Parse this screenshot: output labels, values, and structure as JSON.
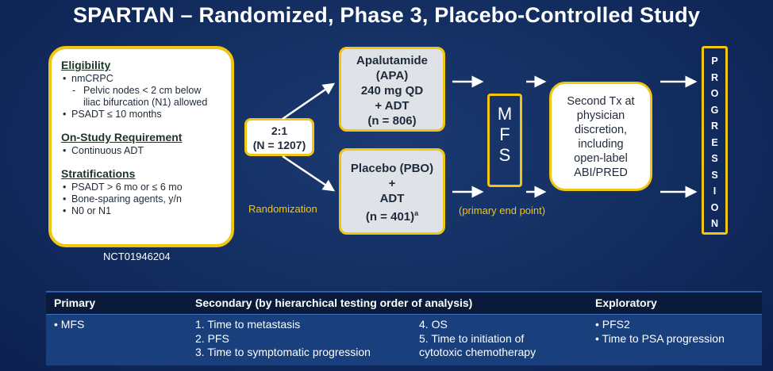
{
  "title": "SPARTAN – Randomized, Phase 3, Placebo-Controlled Study",
  "eligibility": {
    "heading": "Eligibility",
    "items": [
      "nmCRPC",
      "Pelvic nodes < 2 cm below",
      "iliac bifurcation (N1) allowed",
      "PSADT ≤ 10 months"
    ]
  },
  "on_study": {
    "heading": "On-Study Requirement",
    "items": [
      "Continuous ADT"
    ]
  },
  "stratifications": {
    "heading": "Stratifications",
    "items": [
      "PSADT > 6 mo or ≤ 6 mo",
      "Bone-sparing agents, y/n",
      "N0 or N1"
    ]
  },
  "trial_id": "NCT01946204",
  "ratio": {
    "line1": "2:1",
    "line2": "(N = 1207)"
  },
  "randomization_label": "Randomization",
  "apalutamide_arm": [
    "Apalutamide",
    "(APA)",
    "240 mg QD",
    "+ ADT",
    "(n = 806)"
  ],
  "placebo_arm": {
    "line1": "Placebo (PBO)",
    "line2": "+",
    "line3": "ADT",
    "line4": "(n = 401)",
    "footnote": "a"
  },
  "mfs_letters": [
    "M",
    "F",
    "S"
  ],
  "primary_end_point": "(primary end point)",
  "second_tx": [
    "Second Tx at",
    "physician",
    "discretion,",
    "including",
    "open-label",
    "ABI/PRED"
  ],
  "progression_letters": [
    "P",
    "R",
    "O",
    "G",
    "R",
    "E",
    "S",
    "S",
    "I",
    "O",
    "N"
  ],
  "table": {
    "headers": {
      "primary": "Primary",
      "secondary": "Secondary (by hierarchical testing order of analysis)",
      "exploratory": "Exploratory"
    },
    "primary_items": [
      "•  MFS"
    ],
    "secondary_col1": [
      "1. Time to metastasis",
      "2. PFS",
      "3. Time to symptomatic progression"
    ],
    "secondary_col2": [
      "4. OS",
      "5. Time to initiation of",
      "cytotoxic chemotherapy"
    ],
    "exploratory_items": [
      "•  PFS2",
      "•  Time to PSA progression"
    ]
  },
  "colors": {
    "accent": "#f2c511",
    "background": "#122c5e",
    "table_header": "#0a1a3a",
    "table_body": "#1a3f7d"
  }
}
